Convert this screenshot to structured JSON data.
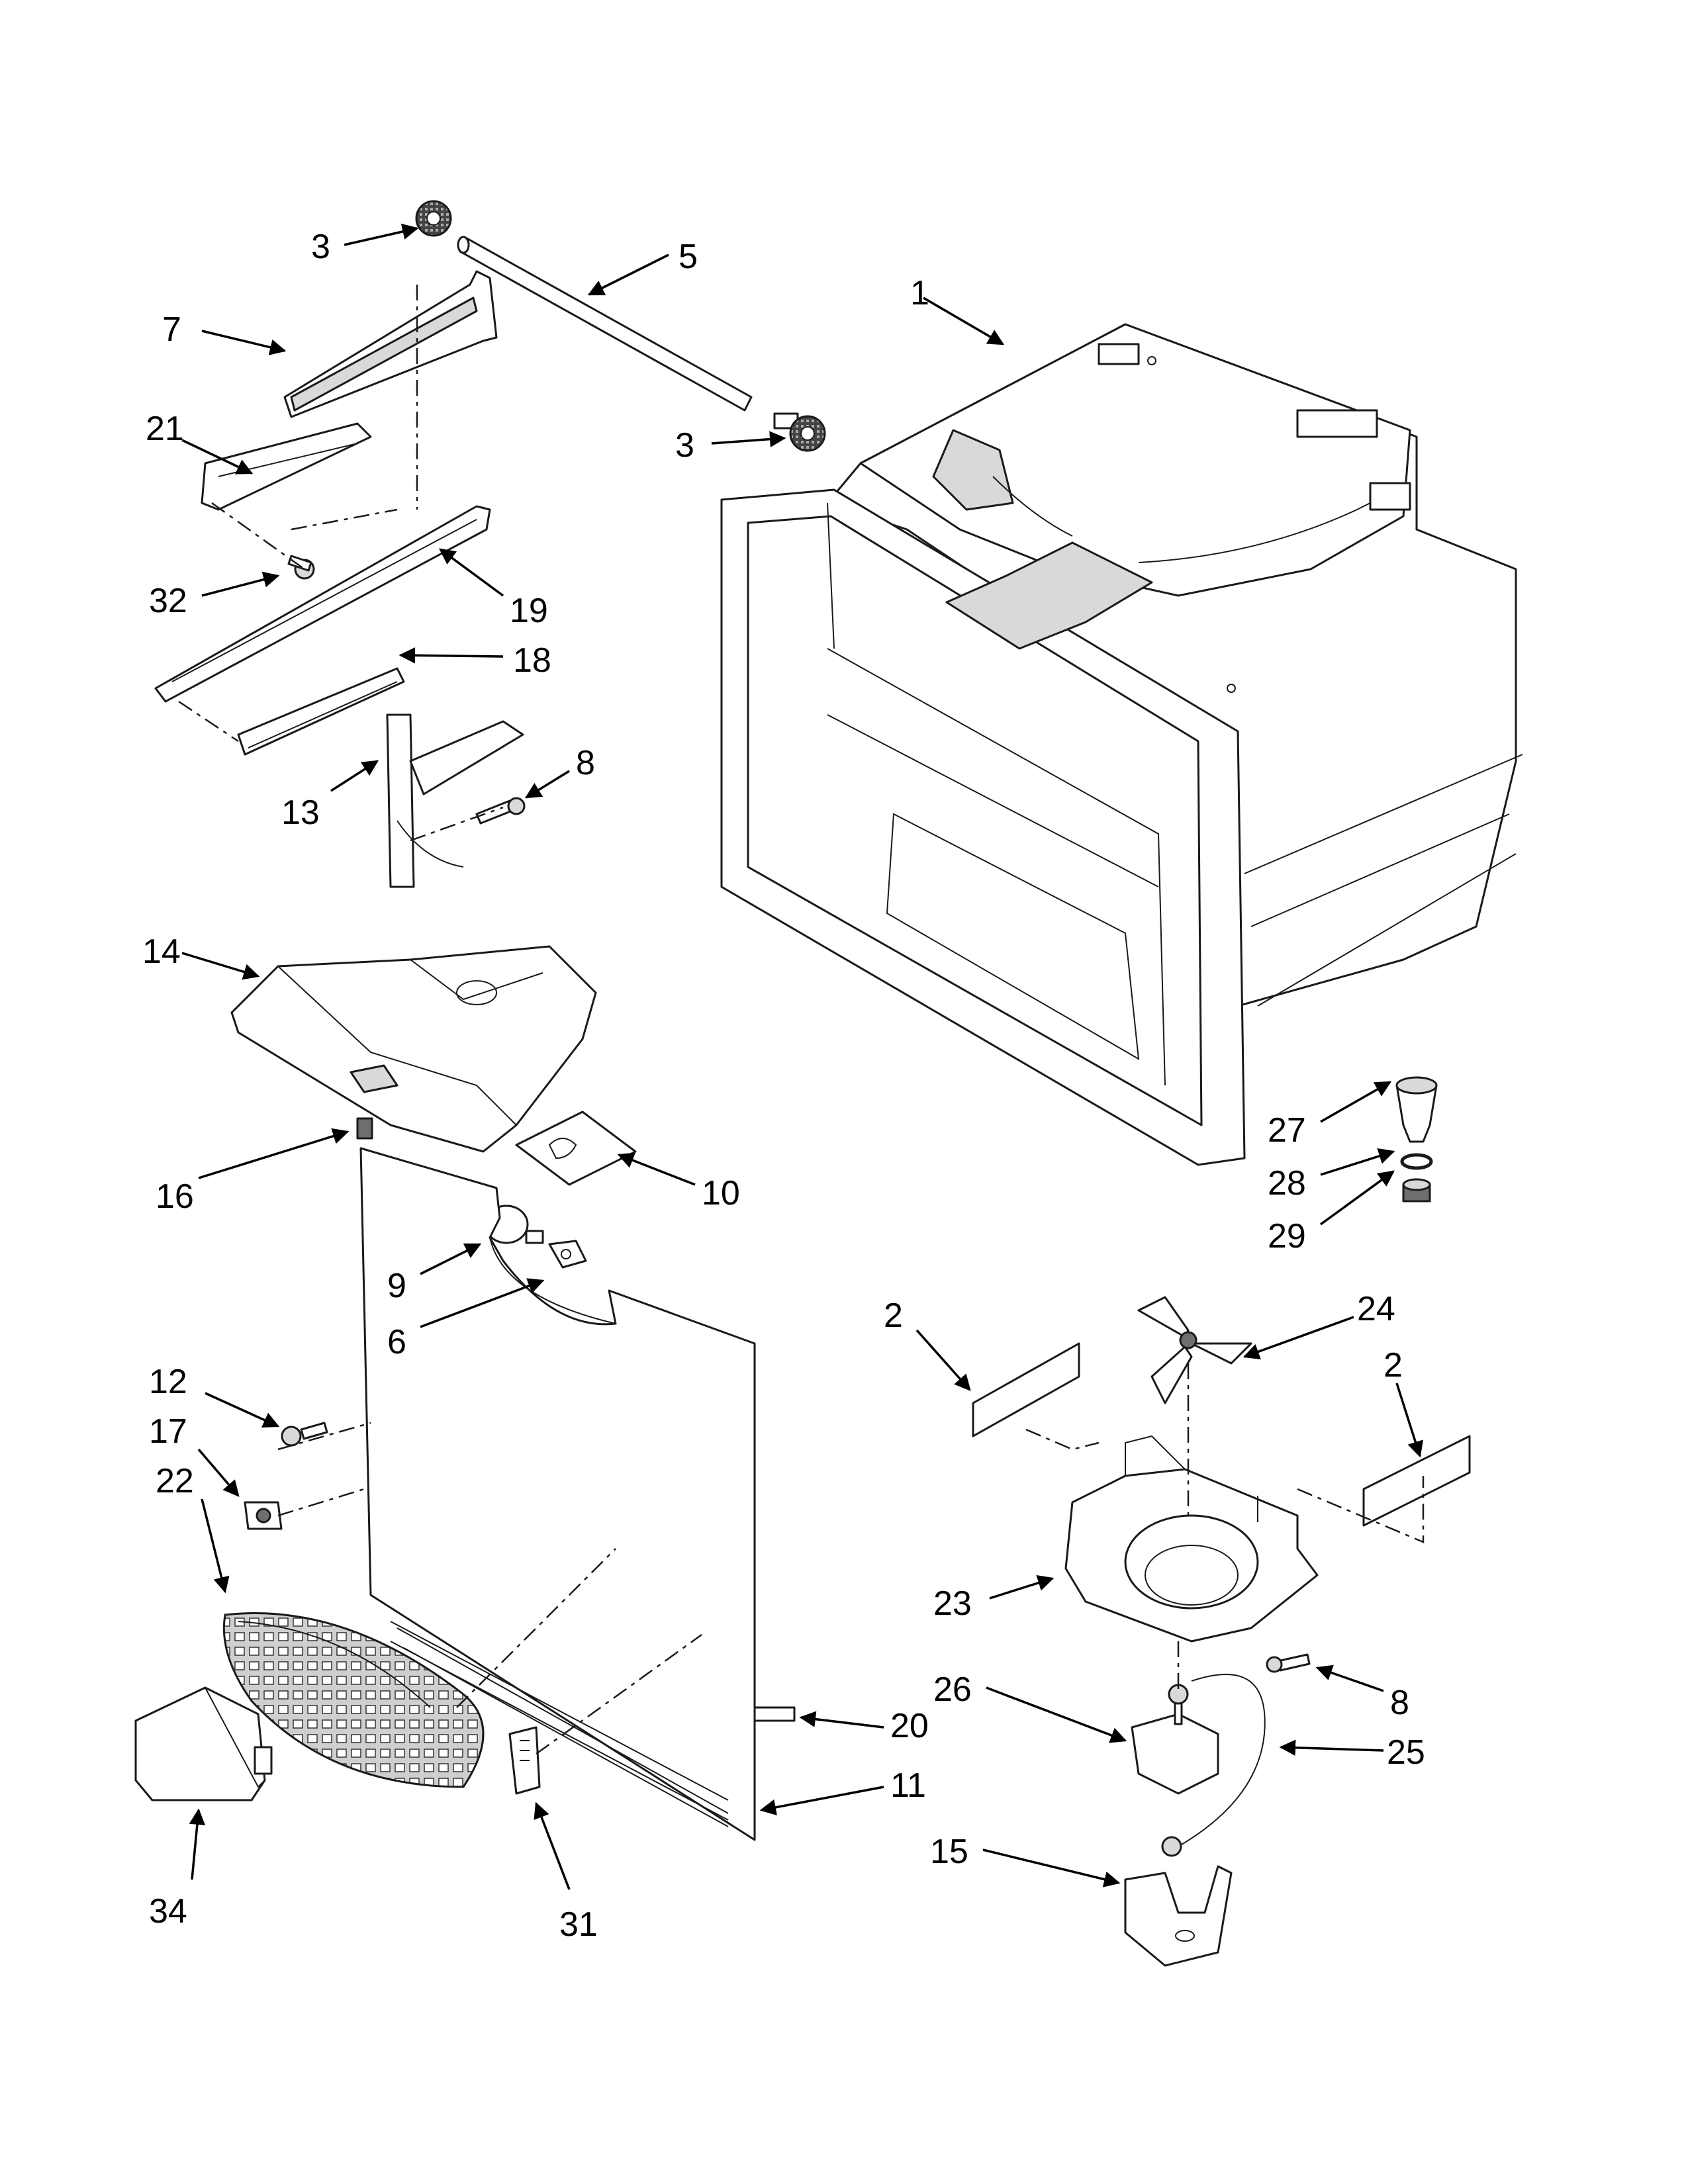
{
  "callouts": {
    "c1": "1",
    "c2a": "2",
    "c2b": "2",
    "c3a": "3",
    "c3b": "3",
    "c5": "5",
    "c6": "6",
    "c7": "7",
    "c8a": "8",
    "c8b": "8",
    "c9": "9",
    "c10": "10",
    "c11": "11",
    "c12": "12",
    "c13": "13",
    "c14": "14",
    "c15": "15",
    "c16": "16",
    "c17": "17",
    "c18": "18",
    "c19": "19",
    "c20": "20",
    "c21": "21",
    "c22": "22",
    "c23": "23",
    "c24": "24",
    "c25": "25",
    "c26": "26",
    "c27": "27",
    "c28": "28",
    "c29": "29",
    "c31": "31",
    "c32": "32",
    "c34": "34"
  }
}
